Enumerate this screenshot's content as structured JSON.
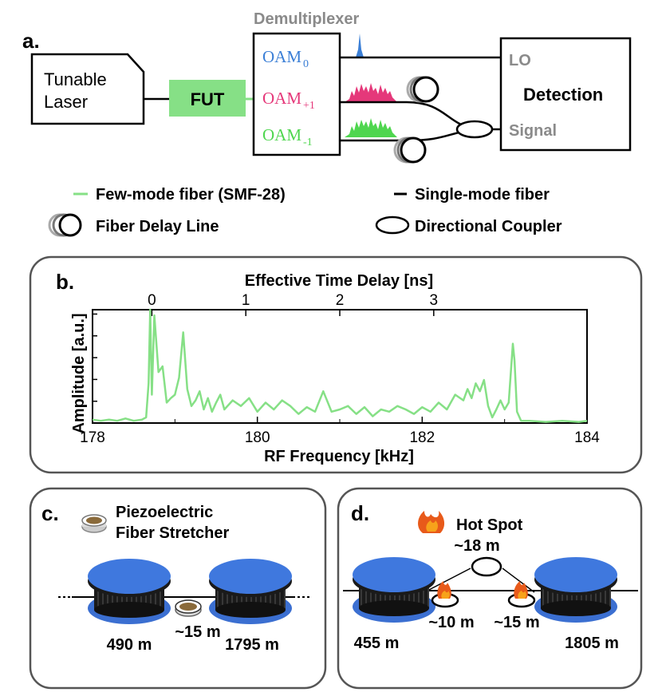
{
  "panel_a": {
    "label": "a.",
    "laser_line1": "Tunable",
    "laser_line2": "Laser",
    "fut": "FUT",
    "demux_title": "Demultiplexer",
    "oam0": "OAM",
    "oam0_sub": "0",
    "oam_p1": "OAM",
    "oam_p1_sub": "+1",
    "oam_m1": "OAM",
    "oam_m1_sub": "-1",
    "lo": "LO",
    "detection": "Detection",
    "signal": "Signal",
    "colors": {
      "oam0": "#3b7fd6",
      "oam_p1": "#e5387a",
      "oam_m1": "#4fd64f",
      "fut_fill": "#86e086",
      "fiber_green": "#86e086"
    }
  },
  "legend": {
    "few_mode": "Few-mode fiber (SMF-28)",
    "single_mode": "Single-mode fiber",
    "delay_line": "Fiber Delay Line",
    "coupler": "Directional Coupler"
  },
  "panel_b": {
    "label": "b.",
    "top_axis_label": "Effective Time Delay [ns]",
    "top_ticks": [
      "0",
      "1",
      "2",
      "3"
    ],
    "y_label": "Amplitude [a.u.]",
    "x_label": "RF Frequency [kHz]",
    "x_ticks": [
      "178",
      "180",
      "182",
      "184"
    ]
  },
  "chart_data": {
    "type": "line",
    "title": "",
    "xlabel": "RF Frequency [kHz]",
    "ylabel": "Amplitude [a.u.]",
    "top_xlabel": "Effective Time Delay [ns]",
    "xlim": [
      178,
      184
    ],
    "ylim": [
      0,
      1
    ],
    "top_axis_ticks_ns": [
      0,
      1,
      2,
      3
    ],
    "grid": false,
    "series": [
      {
        "color": "#86e086",
        "x": [
          178.0,
          178.1,
          178.2,
          178.3,
          178.4,
          178.5,
          178.6,
          178.65,
          178.68,
          178.7,
          178.72,
          178.75,
          178.8,
          178.85,
          178.9,
          178.95,
          179.0,
          179.05,
          179.1,
          179.15,
          179.2,
          179.25,
          179.3,
          179.35,
          179.4,
          179.45,
          179.5,
          179.55,
          179.6,
          179.7,
          179.8,
          179.9,
          180.0,
          180.1,
          180.2,
          180.3,
          180.4,
          180.5,
          180.6,
          180.7,
          180.8,
          180.9,
          181.0,
          181.1,
          181.2,
          181.3,
          181.4,
          181.5,
          181.6,
          181.7,
          181.8,
          181.9,
          182.0,
          182.1,
          182.2,
          182.3,
          182.4,
          182.5,
          182.55,
          182.6,
          182.65,
          182.7,
          182.75,
          182.8,
          182.85,
          182.9,
          182.95,
          183.0,
          183.05,
          183.1,
          183.12,
          183.15,
          183.2,
          183.3,
          183.5,
          183.7,
          183.9,
          184.0
        ],
        "y": [
          0.03,
          0.02,
          0.03,
          0.02,
          0.04,
          0.02,
          0.03,
          0.05,
          0.35,
          1.0,
          0.25,
          0.95,
          0.45,
          0.5,
          0.18,
          0.22,
          0.25,
          0.4,
          0.8,
          0.3,
          0.15,
          0.2,
          0.28,
          0.12,
          0.22,
          0.1,
          0.18,
          0.25,
          0.12,
          0.2,
          0.15,
          0.22,
          0.1,
          0.18,
          0.12,
          0.2,
          0.15,
          0.08,
          0.14,
          0.1,
          0.28,
          0.1,
          0.12,
          0.15,
          0.08,
          0.14,
          0.06,
          0.12,
          0.1,
          0.15,
          0.12,
          0.08,
          0.14,
          0.1,
          0.18,
          0.12,
          0.25,
          0.2,
          0.3,
          0.22,
          0.35,
          0.28,
          0.38,
          0.15,
          0.05,
          0.12,
          0.2,
          0.12,
          0.18,
          0.7,
          0.55,
          0.1,
          0.02,
          0.02,
          0.01,
          0.02,
          0.01,
          0.02
        ]
      }
    ]
  },
  "panel_c": {
    "label": "c.",
    "title_line1": "Piezoelectric",
    "title_line2": "Fiber Stretcher",
    "len_left": "490 m",
    "len_mid": "~15 m",
    "len_right": "1795 m"
  },
  "panel_d": {
    "label": "d.",
    "title": "Hot Spot",
    "len_left": "455 m",
    "len_top": "~18 m",
    "len_mid_left": "~10 m",
    "len_mid_right": "~15 m",
    "len_right": "1805 m"
  }
}
